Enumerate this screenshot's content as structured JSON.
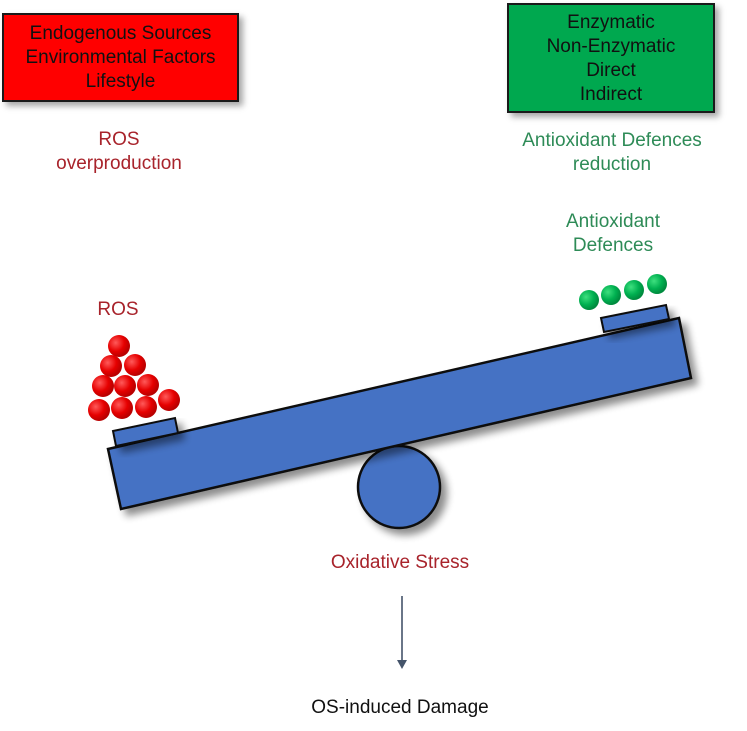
{
  "sources_box": {
    "lines": [
      "Endogenous Sources",
      "Environmental Factors",
      "Lifestyle"
    ],
    "color": "#ff0000"
  },
  "antioxidant_box": {
    "lines": [
      "Enzymatic",
      "Non-Enzymatic",
      "Direct",
      "Indirect"
    ],
    "color": "#00a84f"
  },
  "ros_overproduction": [
    "ROS",
    "overproduction"
  ],
  "antioxidant_reduction": [
    "Antioxidant Defences",
    "reduction"
  ],
  "antioxidant_defences": [
    "Antioxidant",
    "Defences"
  ],
  "ros_label": "ROS",
  "oxidative_stress": "Oxidative Stress",
  "os_damage": "OS-induced Damage",
  "colors": {
    "ros_sphere": "#e60000",
    "antioxidant_sphere": "#00b050",
    "seesaw": "#4472c4",
    "arrow": "#44546a"
  }
}
